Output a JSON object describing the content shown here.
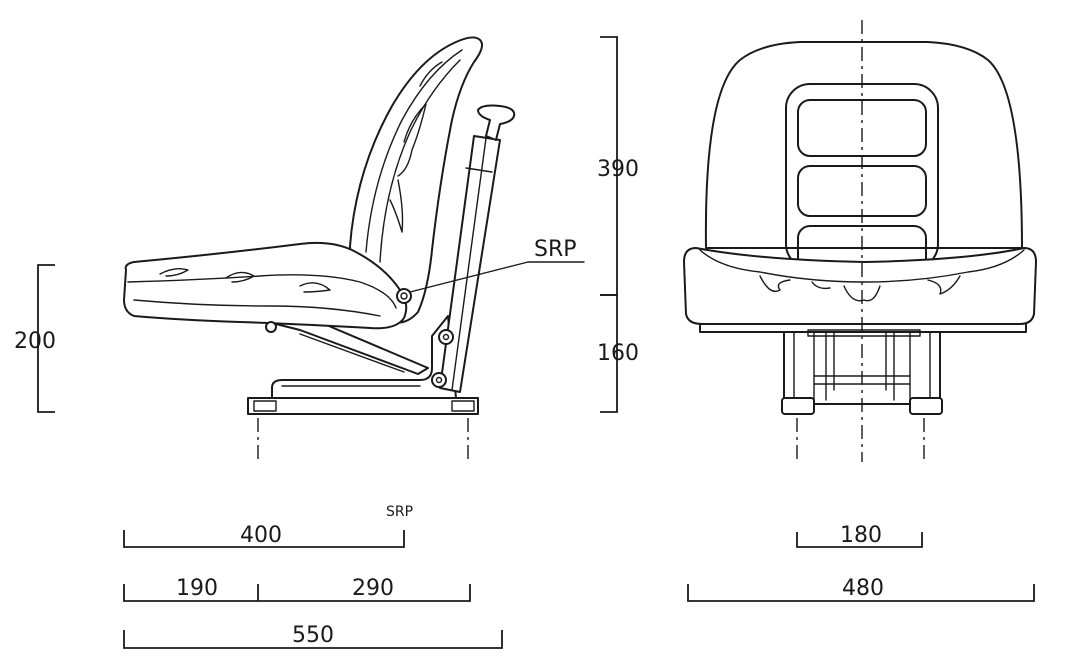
{
  "side_view": {
    "srp_label": "SRP",
    "height_total": "200"
  },
  "front_view": {
    "backrest_height": "390",
    "seat_height": "160"
  },
  "bottom_dims": {
    "srp_small": "SRP",
    "srp_distance": "400",
    "front_part": "190",
    "rear_part": "290",
    "total_length": "550",
    "rail_spacing": "180",
    "total_width": "480"
  }
}
